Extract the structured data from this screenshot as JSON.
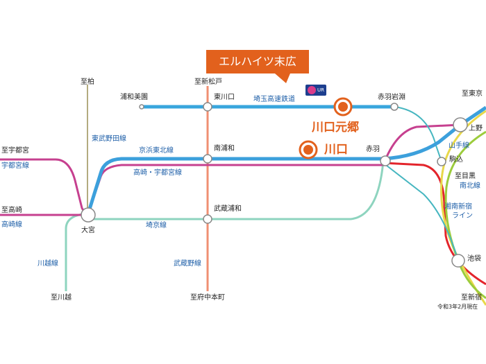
{
  "callout": {
    "label": "エルハイツ末広"
  },
  "badge": {
    "text": "UR"
  },
  "highlight_stations": [
    "川口元郷",
    "川口"
  ],
  "stations": {
    "urawa_misono": "浦和美園",
    "higashi_kawaguchi": "東川口",
    "akabane_iwabuchi": "赤羽岩淵",
    "minami_urawa": "南浦和",
    "akabane": "赤羽",
    "musashi_urawa": "武蔵浦和",
    "omiya": "大宮",
    "ueno": "上野",
    "komagome": "駒込",
    "ikebukuro": "池袋"
  },
  "directions": {
    "kashiwa": "至柏",
    "shin_matsudo": "至新松戸",
    "tokyo": "至東京",
    "utsunomiya": "至宇都宮",
    "takasaki": "至高崎",
    "meguro": "至目黒",
    "kawagoe": "至川越",
    "fuchu_hommachi": "至府中本町",
    "shinjuku": "至新宿"
  },
  "lines": {
    "saitama_rapid": "埼玉高速鉄道",
    "tobu_noda": "東武野田線",
    "keihin_tohoku": "京浜東北線",
    "takasaki_utsunomiya": "高崎・宇都宮線",
    "utsunomiya": "宇都宮線",
    "takasaki": "高崎線",
    "saikyo": "埼京線",
    "kawagoe": "川越線",
    "musashino": "武蔵野線",
    "yamanote": "山手線",
    "namboku": "南北線",
    "shonan_shinjuku_1": "湘南新宿",
    "shonan_shinjuku_2": "ライン"
  },
  "note": "令和3年2月現在",
  "colors": {
    "saitama_rapid": "#39a6dd",
    "keihin_tohoku": "#3ca0dc",
    "takasaki_utsunomiya": "#c6408f",
    "saikyo": "#8ed4bf",
    "musashino": "#f08f72",
    "tobu_noda": "#b3ab7f",
    "yamanote": "#9ccc3c",
    "namboku": "#46b6c0",
    "shonan_red": "#e3242b",
    "yamanote_yellow": "#e8d84a",
    "highlight": "#e2611d"
  }
}
